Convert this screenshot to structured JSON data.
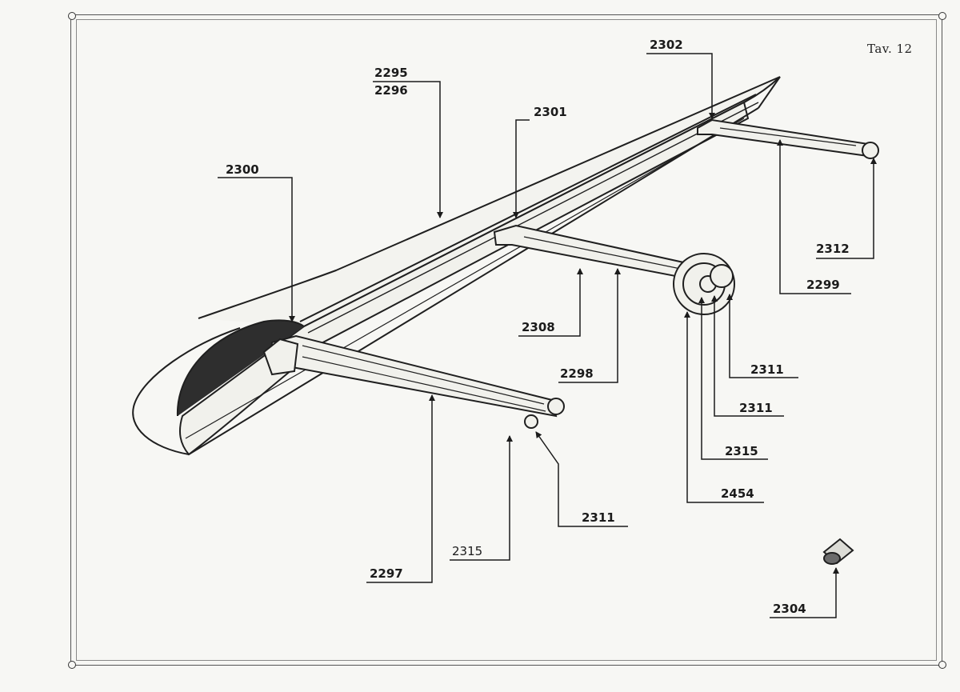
{
  "plate": "Tav. 12",
  "labels": {
    "p2295": "2295",
    "p2296": "2296",
    "p2302": "2302",
    "p2301": "2301",
    "p2300": "2300",
    "p2312": "2312",
    "p2299": "2299",
    "p2308": "2308",
    "p2298": "2298",
    "p2311_a": "2311",
    "p2311_b": "2311",
    "p2315_a": "2315",
    "p2454": "2454",
    "p2311_c": "2311",
    "p2315_b": "2315",
    "p2297": "2297",
    "p2304": "2304"
  }
}
